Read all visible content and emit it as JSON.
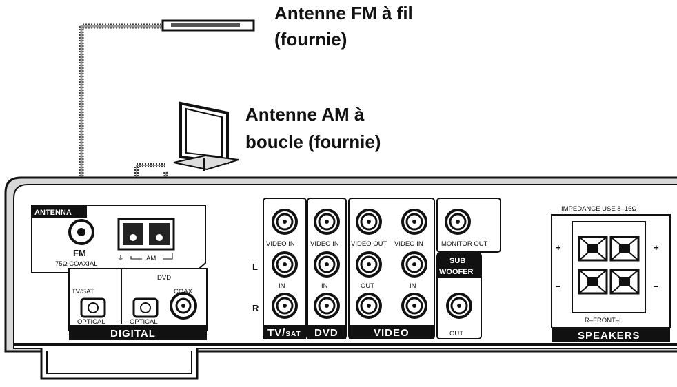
{
  "callouts": {
    "fm_line1": "Antenne FM à fil",
    "fm_line2": "(fournie)",
    "am_line1": "Antenne AM à",
    "am_line2": "boucle (fournie)"
  },
  "antenna": {
    "title": "ANTENNA",
    "fm": "FM",
    "fm_spec": "75Ω COAXIAL",
    "ground": "⏚",
    "am": "AM"
  },
  "digital": {
    "tvsat": "TV/SAT",
    "dvd": "DVD",
    "coax": "COAX",
    "optical1": "OPTICAL",
    "optical2": "OPTICAL",
    "banner": "DIGITAL"
  },
  "jacks": {
    "video_in_1": "VIDEO IN",
    "video_in_2": "VIDEO IN",
    "video_out": "VIDEO OUT",
    "video_in_3": "VIDEO IN",
    "monitor_out": "MONITOR OUT",
    "in_1": "IN",
    "in_2": "IN",
    "out_1": "OUT",
    "in_3": "IN",
    "L": "L",
    "R": "R",
    "sub1": "SUB",
    "sub2": "WOOFER",
    "sub_out": "OUT"
  },
  "banners": {
    "tv": "TV/",
    "sat": "SAT",
    "dvd": "DVD",
    "video": "VIDEO",
    "speakers": "SPEAKERS"
  },
  "speakers": {
    "impedance": "IMPEDANCE USE 8–16Ω",
    "plus_left": "+",
    "plus_right": "+",
    "minus_left": "–",
    "minus_right": "–",
    "front": "R–FRONT–L"
  }
}
